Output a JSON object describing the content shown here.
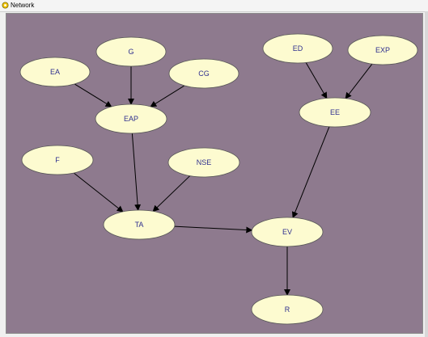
{
  "window": {
    "title": "Network",
    "icon": "network-app-icon"
  },
  "canvas": {
    "background": "#8e7a8e",
    "node_fill": "#fdfbd0",
    "node_stroke": "#555555",
    "edge_color": "#000000",
    "label_color": "#2f2f8f"
  },
  "graph": {
    "nodes": [
      {
        "id": "EA",
        "label": "EA"
      },
      {
        "id": "G",
        "label": "G"
      },
      {
        "id": "CG",
        "label": "CG"
      },
      {
        "id": "EAP",
        "label": "EAP"
      },
      {
        "id": "F",
        "label": "F"
      },
      {
        "id": "NSE",
        "label": "NSE"
      },
      {
        "id": "TA",
        "label": "TA"
      },
      {
        "id": "ED",
        "label": "ED"
      },
      {
        "id": "EXP",
        "label": "EXP"
      },
      {
        "id": "EE",
        "label": "EE"
      },
      {
        "id": "EV",
        "label": "EV"
      },
      {
        "id": "R",
        "label": "R"
      }
    ],
    "edges": [
      {
        "from": "EA",
        "to": "EAP"
      },
      {
        "from": "G",
        "to": "EAP"
      },
      {
        "from": "CG",
        "to": "EAP"
      },
      {
        "from": "EAP",
        "to": "TA"
      },
      {
        "from": "F",
        "to": "TA"
      },
      {
        "from": "NSE",
        "to": "TA"
      },
      {
        "from": "TA",
        "to": "EV"
      },
      {
        "from": "ED",
        "to": "EE"
      },
      {
        "from": "EXP",
        "to": "EE"
      },
      {
        "from": "EE",
        "to": "EV"
      },
      {
        "from": "EV",
        "to": "R"
      }
    ]
  }
}
